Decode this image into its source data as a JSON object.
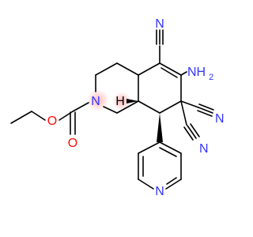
{
  "atoms": {
    "n1": "N",
    "n2": "N",
    "n3": "N",
    "nh2_main": "NH",
    "nh2_sub": "2",
    "o_ester": "O",
    "o_carbonyl": "O",
    "n_ring": "N",
    "h_stereo": "H",
    "n_pyridine": "N"
  },
  "colors": {
    "bond": "#000000",
    "nitrogen": "#3333ff",
    "oxygen": "#ff0d0d",
    "hydrogen": "#000000",
    "atom_highlight": "#ffb0b0"
  }
}
